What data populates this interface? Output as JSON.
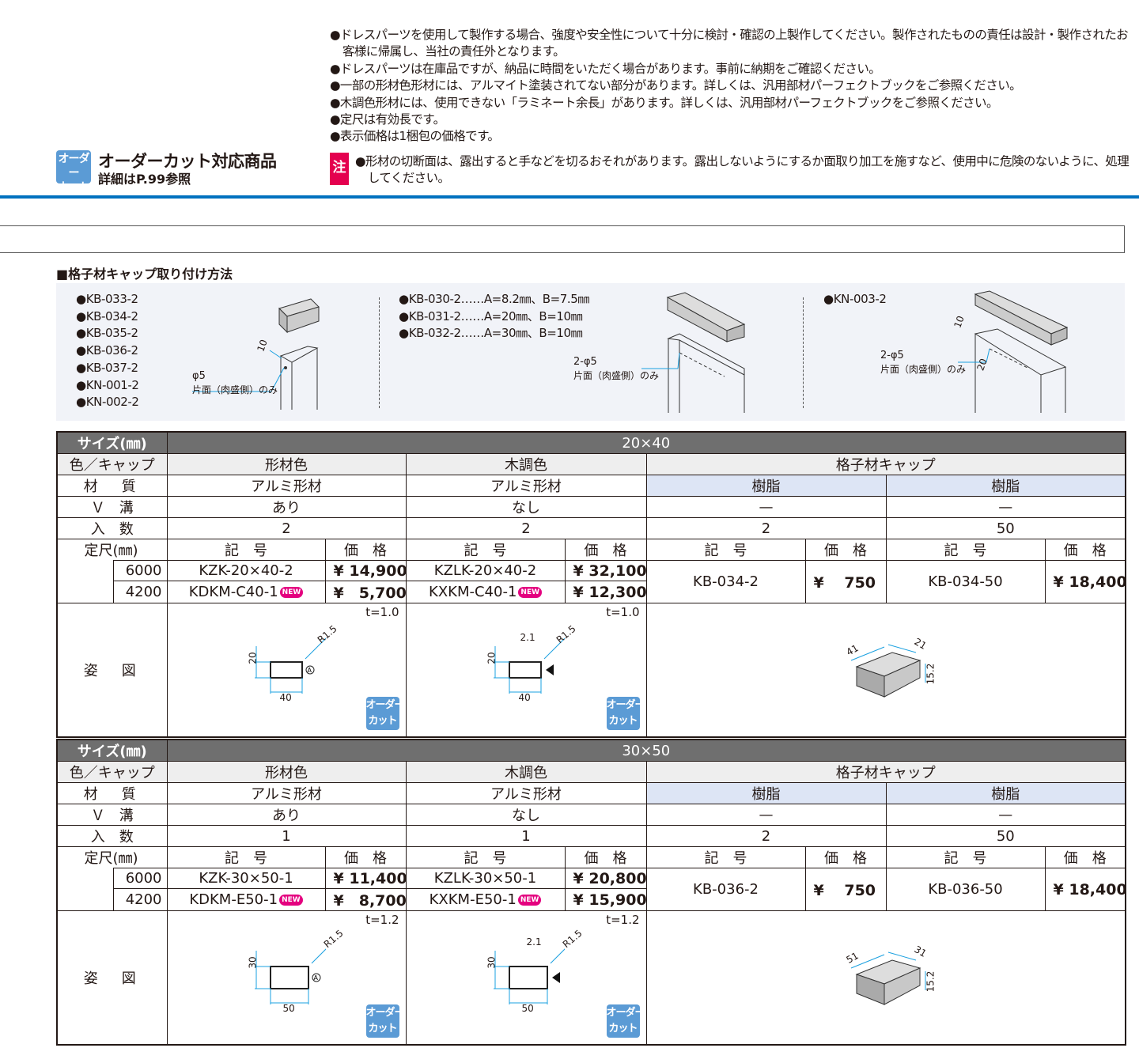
{
  "notes": [
    "●ドレスパーツを使用して製作する場合、強度や安全性について十分に検討・確認の上製作してください。製作されたものの責任は設計・製作されたお客様に帰属し、当社の責任外となります。",
    "●ドレスパーツは在庫品ですが、納品に時間をいただく場合があります。事前に納期をご確認ください。",
    "●一部の形材色形材には、アルマイト塗装されてない部分があります。詳しくは、汎用部材パーフェクトブックをご参照ください。",
    "●木調色形材には、使用できない「ラミネート余長」があります。詳しくは、汎用部材パーフェクトブックをご参照ください。",
    "●定尺は有効長です。",
    "●表示価格は1梱包の価格です。"
  ],
  "order_cut": {
    "badge_line1": "オーダー",
    "badge_line2": "カット",
    "title": "オーダーカット対応商品",
    "sub": "詳細はP.99参照"
  },
  "caution": {
    "mark": "注",
    "text": "●形材の切断面は、露出すると手などを切るおそれがあります。露出しないようにするか面取り加工を施すなど、使用中に危険のないように、処理してください。"
  },
  "section_title": "■格子材キャップ取り付け方法",
  "install": {
    "group1": [
      "●KB-033-2",
      "●KB-034-2",
      "●KB-035-2",
      "●KB-036-2",
      "●KB-037-2",
      "●KN-001-2",
      "●KN-002-2"
    ],
    "group1_hole": "φ5",
    "group1_note": "片面（肉盛側）のみ",
    "group1_dim": "10",
    "group2": [
      "●KB-030-2……A=8.2㎜、B=7.5㎜",
      "●KB-031-2……A=20㎜、B=10㎜",
      "●KB-032-2……A=30㎜、B=10㎜"
    ],
    "group2_hole": "2-φ5",
    "group2_note": "片面（肉盛側）のみ",
    "group3": [
      "●KN-003-2"
    ],
    "group3_hole": "2-φ5",
    "group3_note": "片面（肉盛側）のみ",
    "group3_dim": "10",
    "group3_dim2": "20"
  },
  "colors": {
    "accent_blue": "#0071bf",
    "badge_blue": "#5b9bd5",
    "caution_red": "#e4004f",
    "new_badge": "#e4007f",
    "header_gray": "#6f6f6f"
  },
  "labels": {
    "size": "サイズ(㎜)",
    "color": "色／キャップ",
    "material": "材　質",
    "vgroove": "Ｖ　溝",
    "qty": "入　数",
    "length": "定尺(㎜)",
    "code": "記　号",
    "price": "価　格",
    "figure": "姿　図",
    "new": "NEW"
  },
  "tables": [
    {
      "size": "20×40",
      "colors": [
        "形材色",
        "木調色",
        "格子材キャップ"
      ],
      "materials": [
        "アルミ形材",
        "アルミ形材",
        "樹脂",
        "樹脂"
      ],
      "vgroove": [
        "あり",
        "なし",
        "—",
        "—"
      ],
      "qty": [
        "2",
        "2",
        "2",
        "50"
      ],
      "rows": [
        {
          "length": "6000",
          "code1": "KZK-20×40-2",
          "price1": "¥ 14,900",
          "new1": false,
          "code2": "KZLK-20×40-2",
          "price2": "¥ 32,100",
          "new2": false
        },
        {
          "length": "4200",
          "code1": "KDKM-C40-1",
          "price1": "¥　5,700",
          "new1": true,
          "code2": "KXKM-C40-1",
          "price2": "¥ 12,300",
          "new2": true
        }
      ],
      "caps": [
        {
          "code": "KB-034-2",
          "price": "¥　 750"
        },
        {
          "code": "KB-034-50",
          "price": "¥ 18,400"
        }
      ],
      "thickness": [
        "t=1.0",
        "t=1.0"
      ],
      "dims": {
        "w": "40",
        "h": "20",
        "r": "R1.5",
        "v": "2.1",
        "cap_w": "41",
        "cap_d": "21",
        "cap_h": "15.2"
      }
    },
    {
      "size": "30×50",
      "colors": [
        "形材色",
        "木調色",
        "格子材キャップ"
      ],
      "materials": [
        "アルミ形材",
        "アルミ形材",
        "樹脂",
        "樹脂"
      ],
      "vgroove": [
        "あり",
        "なし",
        "—",
        "—"
      ],
      "qty": [
        "1",
        "1",
        "2",
        "50"
      ],
      "rows": [
        {
          "length": "6000",
          "code1": "KZK-30×50-1",
          "price1": "¥ 11,400",
          "new1": false,
          "code2": "KZLK-30×50-1",
          "price2": "¥ 20,800",
          "new2": false
        },
        {
          "length": "4200",
          "code1": "KDKM-E50-1",
          "price1": "¥　8,700",
          "new1": true,
          "code2": "KXKM-E50-1",
          "price2": "¥ 15,900",
          "new2": true
        }
      ],
      "caps": [
        {
          "code": "KB-036-2",
          "price": "¥　 750"
        },
        {
          "code": "KB-036-50",
          "price": "¥ 18,400"
        }
      ],
      "thickness": [
        "t=1.2",
        "t=1.2"
      ],
      "dims": {
        "w": "50",
        "h": "30",
        "r": "R1.5",
        "v": "2.1",
        "cap_w": "51",
        "cap_d": "31",
        "cap_h": "15.2"
      }
    }
  ]
}
